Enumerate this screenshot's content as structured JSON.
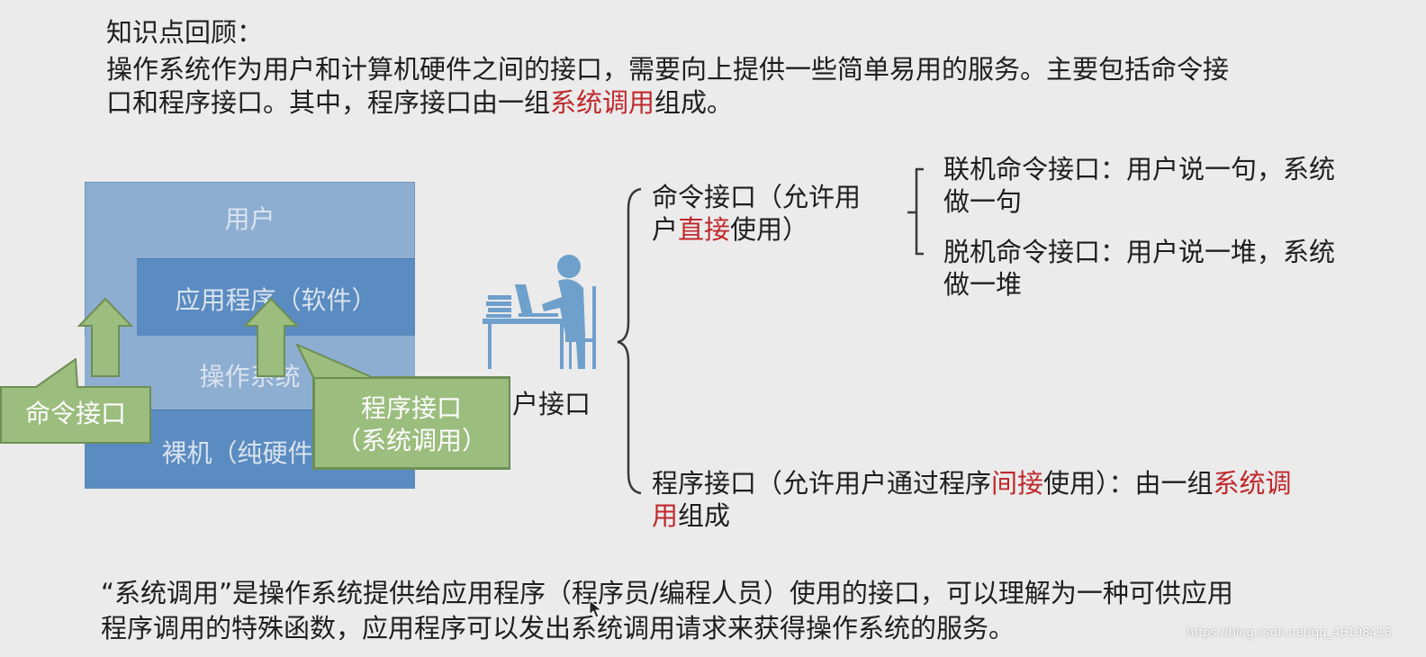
{
  "review": {
    "heading": "知识点回顾：",
    "line1": "操作系统作为用户和计算机硬件之间的接口，需要向上提供一些简单易用的服务。主要包括命令接",
    "line2_a": "口和程序接口。其中，程序接口由一组",
    "line2_red": "系统调用",
    "line2_b": "组成。"
  },
  "layers": {
    "user": "用户",
    "app": "应用程序（软件）",
    "os": "操作系统",
    "hardware": "裸机（纯硬件）"
  },
  "callouts": {
    "command": "命令接口",
    "program_line1": "程序接口",
    "program_line2": "（系统调用）"
  },
  "user_interface_label": "用户接口",
  "command_interface": {
    "line1": "命令接口（允许用",
    "line2_a": "户",
    "line2_red": "直接",
    "line2_b": "使用）",
    "online_line1": "联机命令接口：用户说一句，系统",
    "online_line2": "做一句",
    "offline_line1": "脱机命令接口：用户说一堆，系统",
    "offline_line2": "做一堆"
  },
  "program_interface": {
    "line1_a": "程序接口（允许用户通过程序",
    "line1_red1": "间接",
    "line1_b": "使用）：由一组",
    "line1_red2": "系统调",
    "line2_red": "用",
    "line2_b": "组成"
  },
  "footer": {
    "line1": "“系统调用”是操作系统提供给应用程序（程序员/编程人员）使用的接口，可以理解为一种可供应用",
    "line2": "程序调用的特殊函数，应用程序可以发出系统调用请求来获得操作系统的服务。"
  },
  "watermark": "https://blog.csdn.net/qq_45108415",
  "colors": {
    "background": "#ebebeb",
    "text": "#1e1e1e",
    "highlight_red": "#c0282c",
    "layer_light_blue": "#8eaed1",
    "layer_dark_blue": "#5a8bc1",
    "callout_green": "#9bbd7e",
    "person_icon": "#6fa0cc"
  },
  "icons": [
    "person-at-computer-icon",
    "mouse-cursor-icon"
  ]
}
